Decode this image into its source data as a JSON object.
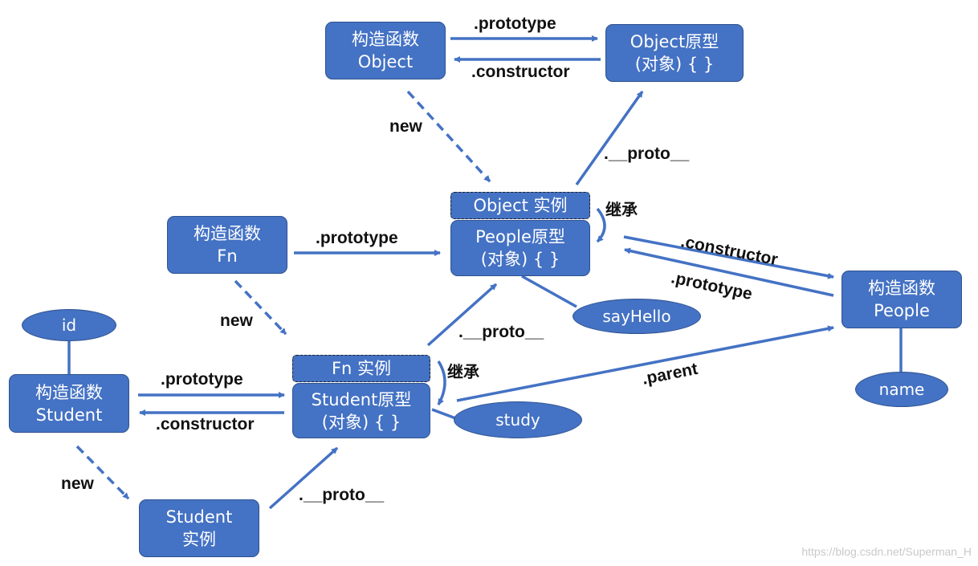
{
  "nodes": {
    "ctor_object": [
      "构造函数",
      "Object"
    ],
    "object_proto": [
      "Object原型",
      "(对象) { }"
    ],
    "object_instance": [
      "Object 实例"
    ],
    "people_proto": [
      "People原型",
      "(对象) { }"
    ],
    "ctor_fn": [
      "构造函数",
      "Fn"
    ],
    "ctor_people": [
      "构造函数",
      "People"
    ],
    "fn_instance": [
      "Fn 实例"
    ],
    "student_proto": [
      "Student原型",
      "(对象) { }"
    ],
    "ctor_student": [
      "构造函数",
      "Student"
    ],
    "student_instance": [
      "Student",
      "实例"
    ]
  },
  "properties": {
    "id": "id",
    "say_hello": "sayHello",
    "study": "study",
    "name": "name"
  },
  "edge_labels": {
    "prototype": ".prototype",
    "constructor": ".constructor",
    "proto": ".__proto__",
    "new": "new",
    "inherit": "继承",
    "parent": ".parent"
  },
  "watermark": "https://blog.csdn.net/Superman_H",
  "colors": {
    "node_fill": "#4472c4",
    "node_border": "#2f528f",
    "arrow": "#4472c4",
    "text": "#ffffff"
  }
}
